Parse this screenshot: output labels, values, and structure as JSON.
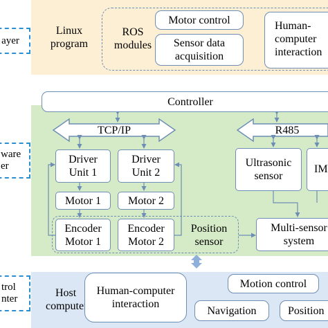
{
  "layers": {
    "application": {
      "tag": "ayer"
    },
    "hardware": {
      "tag_line1": "ware",
      "tag_line2": "er"
    },
    "control": {
      "tag_line1": "trol",
      "tag_line2": "nter"
    }
  },
  "application_layer": {
    "linux_program": [
      "Linux",
      "program"
    ],
    "ros_modules": [
      "ROS",
      "modules"
    ],
    "motor_control": "Motor control",
    "sensor_data_acquisition": [
      "Sensor data",
      "acquisition"
    ],
    "human_computer_interaction": [
      "Human-",
      "computer",
      "interaction"
    ]
  },
  "hardware_layer": {
    "controller": "Controller",
    "tcp_ip": "TCP/IP",
    "r485": "R485",
    "driver_unit_1": [
      "Driver",
      "Unit 1"
    ],
    "driver_unit_2": [
      "Driver",
      "Unit 2"
    ],
    "motor_1": "Motor 1",
    "motor_2": "Motor 2",
    "encoder_motor_1": [
      "Encoder",
      "Motor 1"
    ],
    "encoder_motor_2": [
      "Encoder",
      "Motor 2"
    ],
    "position_sensor": [
      "Position",
      "sensor"
    ],
    "ultrasonic_sensor": [
      "Ultrasonic",
      "sensor"
    ],
    "imu_partial": "IM",
    "multi_sensor_system": [
      "Multi-sensor",
      "system"
    ]
  },
  "control_layer": {
    "host_computer": [
      "Host",
      "computer"
    ],
    "human_computer_interaction": [
      "Human-computer",
      "interaction"
    ],
    "motion_control": "Motion control",
    "navigation": "Navigation",
    "position_partial": "Position"
  },
  "colors": {
    "application_bg": "#fcefd4",
    "hardware_bg": "#d5ebc7",
    "control_bg": "#dce7f5",
    "box_border": "#6d8db4",
    "tag_border": "#2a8fd0",
    "link_arrow": "#6d8db4",
    "layer_arrow": "#8fb0d8"
  }
}
